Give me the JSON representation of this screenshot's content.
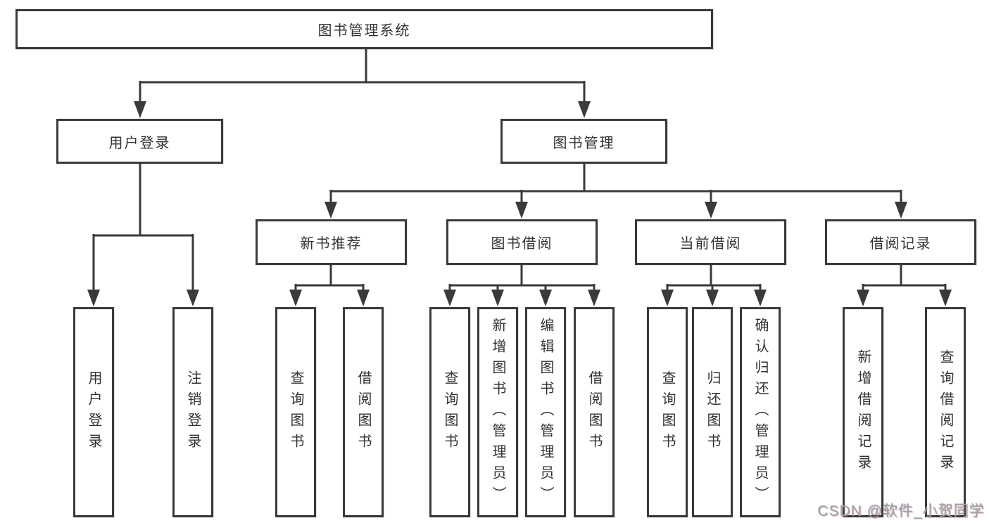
{
  "diagram": {
    "title": "图书管理系统",
    "watermark": "CSDN @软件_小贺同学",
    "colors": {
      "line": "#3a3a3a",
      "box_border": "#3a3a3a",
      "box_background": "#ffffff",
      "text": "#333333",
      "watermark": "#a0a0a0",
      "page_background": "#ffffff"
    },
    "nodes": {
      "root": "图书管理系统",
      "user_login": "用户登录",
      "book_management": "图书管理",
      "new_book_recommend": "新书推荐",
      "book_borrow": "图书借阅",
      "current_borrow": "当前借阅",
      "borrow_records": "借阅记录",
      "leaf_user_login": "用户登录",
      "leaf_logout": "注销登录",
      "leaf_recommend_query_book": "查询图书",
      "leaf_recommend_borrow_book": "借阅图书",
      "leaf_borrow_query_book": "查询图书",
      "leaf_borrow_add_book_admin": "新增图书（管理员）",
      "leaf_borrow_edit_book_admin": "编辑图书（管理员）",
      "leaf_borrow_borrow_book": "借阅图书",
      "leaf_current_query_book": "查询图书",
      "leaf_current_return_book": "归还图书",
      "leaf_current_confirm_return_admin": "确认归还（管理员）",
      "leaf_records_add_record": "新增借阅记录",
      "leaf_records_query_record": "查询借阅记录"
    },
    "hierarchy": {
      "图书管理系统": {
        "用户登录": [
          "用户登录",
          "注销登录"
        ],
        "图书管理": {
          "新书推荐": [
            "查询图书",
            "借阅图书"
          ],
          "图书借阅": [
            "查询图书",
            "新增图书（管理员）",
            "编辑图书（管理员）",
            "借阅图书"
          ],
          "当前借阅": [
            "查询图书",
            "归还图书",
            "确认归还（管理员）"
          ],
          "借阅记录": [
            "新增借阅记录",
            "查询借阅记录"
          ]
        }
      }
    }
  }
}
